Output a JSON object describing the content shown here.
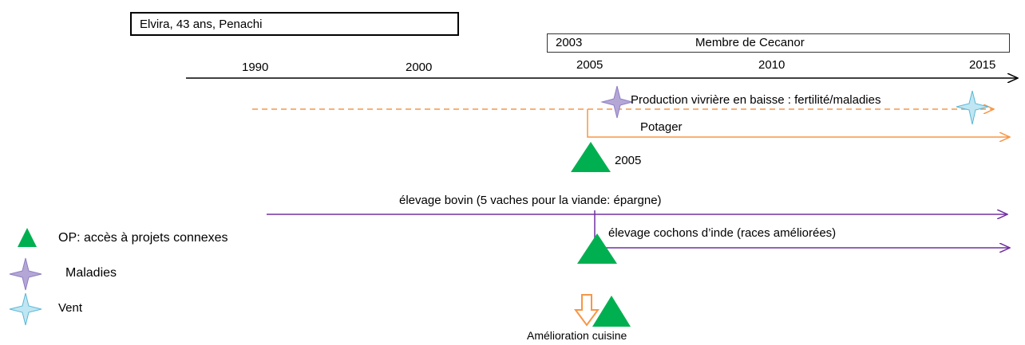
{
  "title": "Elvira, 43 ans, Penachi",
  "org_period": {
    "start": "2003",
    "label": "Membre de Cecanor"
  },
  "axis_years": [
    "1990",
    "2000",
    "2005",
    "2010",
    "2015"
  ],
  "events": {
    "production": "Production vivrière en baisse : fertilité/maladies",
    "potager": "Potager",
    "triangle_year": "2005",
    "elevage_bovin": "élevage bovin (5 vaches pour la viande: épargne)",
    "elevage_cochons": "élevage cochons d’inde (races améliorées)",
    "cuisine": "Amélioration cuisine"
  },
  "legend": {
    "op": "OP: accès à projets connexes",
    "maladies": "Maladies",
    "vent": "Vent"
  },
  "colors": {
    "orange": "#F79646",
    "purple": "#7030A0",
    "green": "#00B050",
    "star_purple": "#B4A7D6",
    "star_blue": "#8ED1E8"
  }
}
